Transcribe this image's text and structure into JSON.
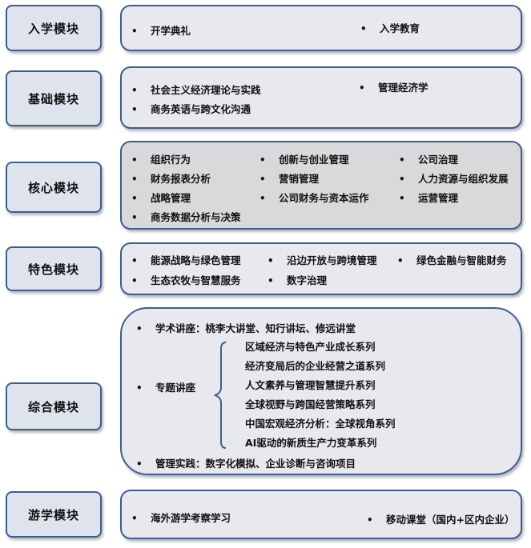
{
  "modules": [
    {
      "id": "entry",
      "label": "入学模块",
      "items": [
        "开学典礼",
        "入学教育"
      ]
    },
    {
      "id": "foundation",
      "label": "基础模块",
      "items": [
        "社会主义经济理论与实践",
        "管理经济学",
        "商务英语与跨文化沟通"
      ]
    },
    {
      "id": "core",
      "label": "核心模块",
      "items": [
        "组织行为",
        "创新与创业管理",
        "公司治理",
        "财务报表分析",
        "营销管理",
        "人力资源与组织发展",
        "战略管理",
        "公司财务与资本运作",
        "运营管理",
        "商务数据分析与决策"
      ]
    },
    {
      "id": "feature",
      "label": "特色模块",
      "items": [
        "能源战略与绿色管理",
        "沿边开放与跨境管理",
        "绿色金融与智能财务",
        "生态农牧与智慧服务",
        "数字治理"
      ]
    },
    {
      "id": "comprehensive",
      "label": "综合模块",
      "lectures": "学术讲座：桃李大讲堂、知行讲坛、修远讲堂",
      "special_title": "专题讲座",
      "special_items": [
        "区域经济与特色产业成长系列",
        "经济变局后的企业经营之道系列",
        "人文素养与管理智慧提升系列",
        "全球视野与跨国经营策略系列",
        "中国宏观经济分析：全球视角系列",
        "AI驱动的新质生产力变革系列"
      ],
      "practice": "管理实践：数字化模拟、企业诊断与咨询项目"
    },
    {
      "id": "study-tour",
      "label": "游学模块",
      "items": [
        "海外游学考察学习",
        "移动课堂（国内+区内企业）"
      ]
    }
  ],
  "bullet_symbol": "•",
  "colors": {
    "border": "#3c5f8f",
    "label_fill": "#dfe3ec",
    "content_fill": "#e7e9ee",
    "core_fill": "#d9d9db"
  }
}
